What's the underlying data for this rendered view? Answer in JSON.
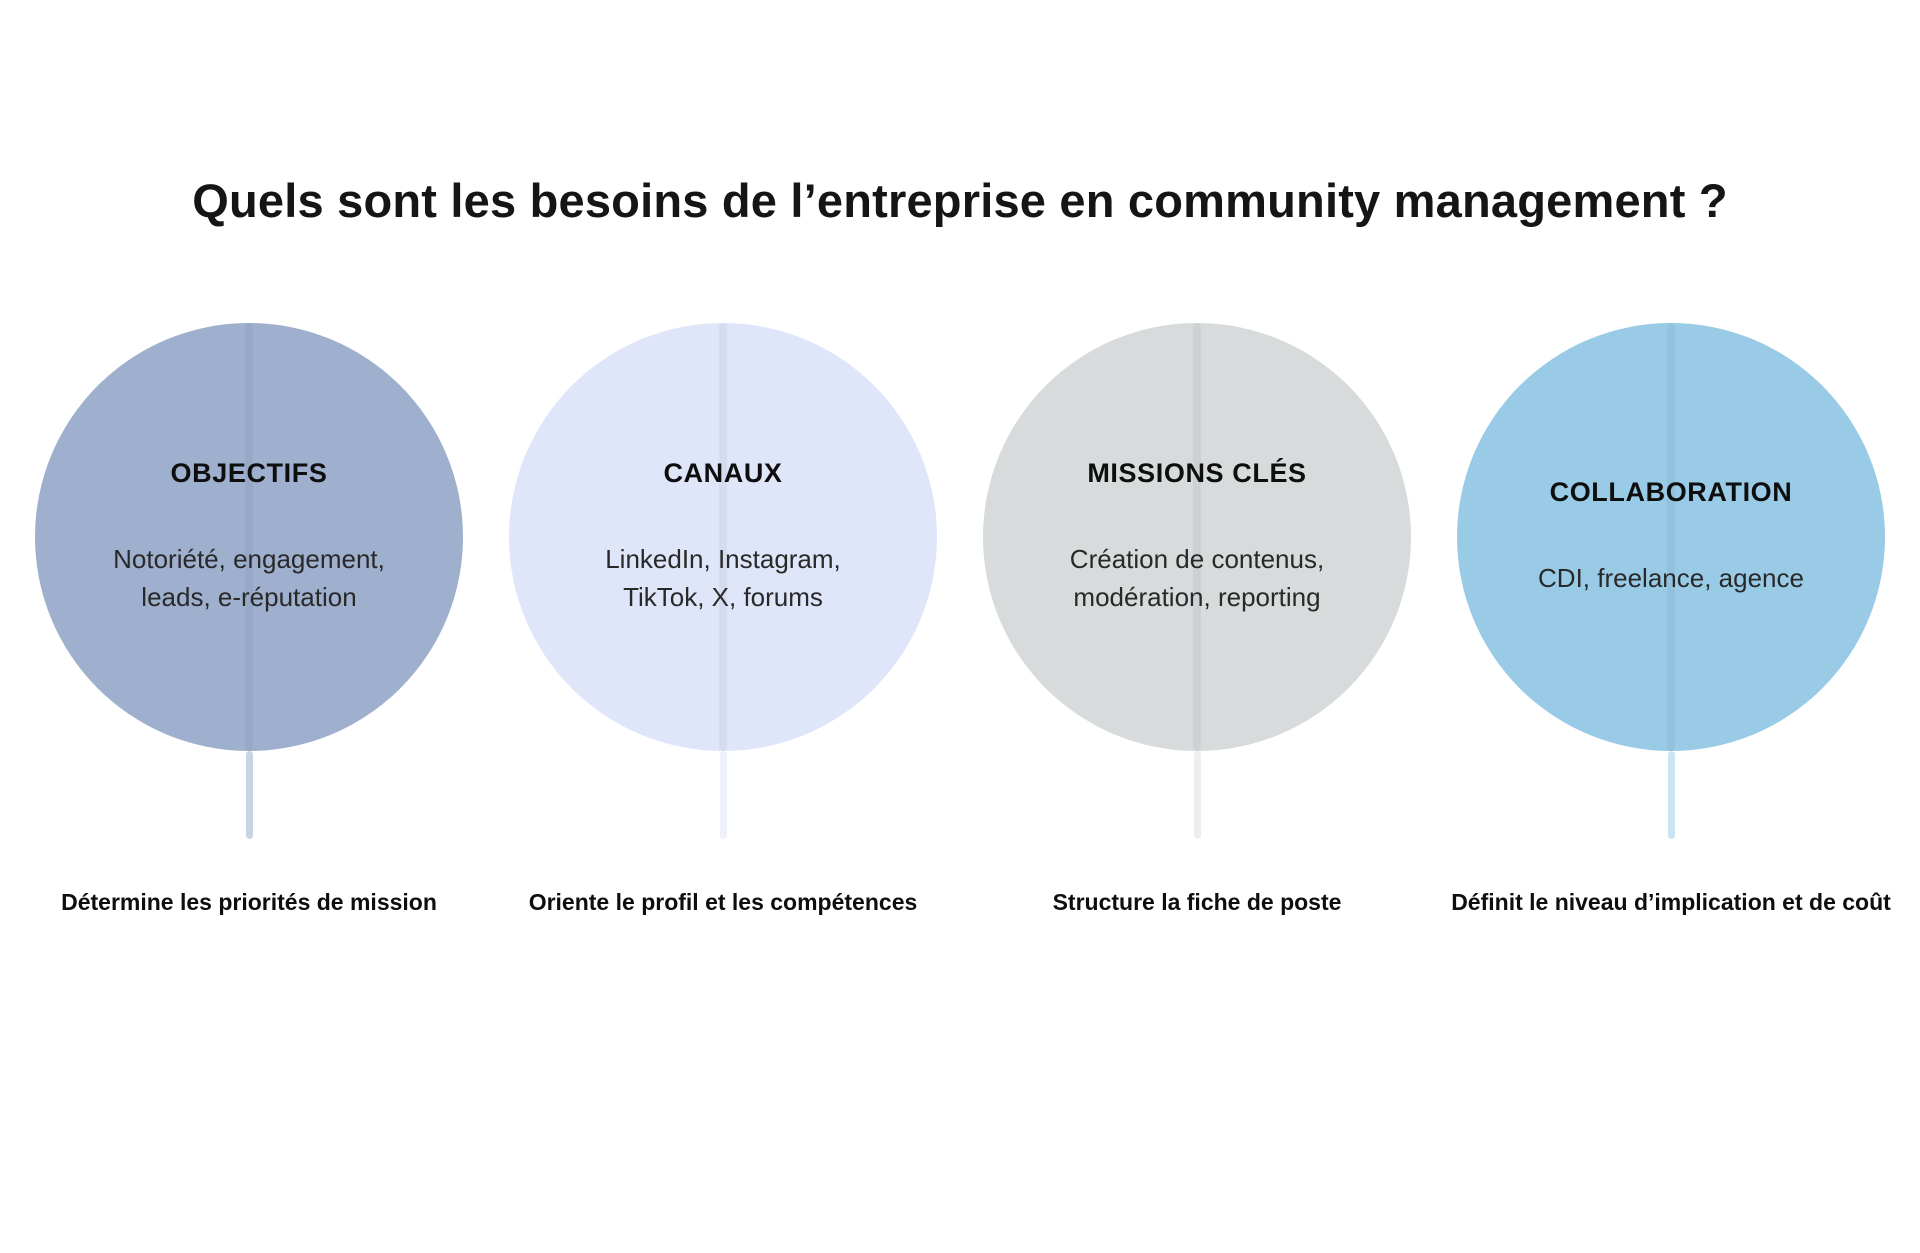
{
  "title": "Quels sont les besoins de l’entreprise en community management ?",
  "colors": {
    "background": "#FFFFFF",
    "title_text": "#151515",
    "heading_text": "#0E0E0E",
    "body_text": "#292929",
    "caption_text": "#0E0E0E"
  },
  "columns": [
    {
      "heading": "OBJECTIFS",
      "body": "Notoriété, engagement,\nleads, e-réputation",
      "caption": "Détermine les priorités de mission",
      "circle_color": "#9EB0CD",
      "connector_color": "#C8D4E4"
    },
    {
      "heading": "CANAUX",
      "body": "LinkedIn, Instagram,\nTikTok, X, forums",
      "caption": "Oriente le profil et les compétences",
      "circle_color": "#E0E6F9",
      "connector_color": "#EEF1FC"
    },
    {
      "heading": "MISSIONS CLÉS",
      "body": "Création de contenus,\nmodération, reporting",
      "caption": "Structure la fiche de poste",
      "circle_color": "#D7DBDC",
      "connector_color": "#ECEEEF"
    },
    {
      "heading": "COLLABORATION",
      "body": "CDI, freelance, agence",
      "caption": "Définit le niveau d’implication et de coût",
      "circle_color": "#99CBE7",
      "connector_color": "#CBE4F4"
    }
  ]
}
